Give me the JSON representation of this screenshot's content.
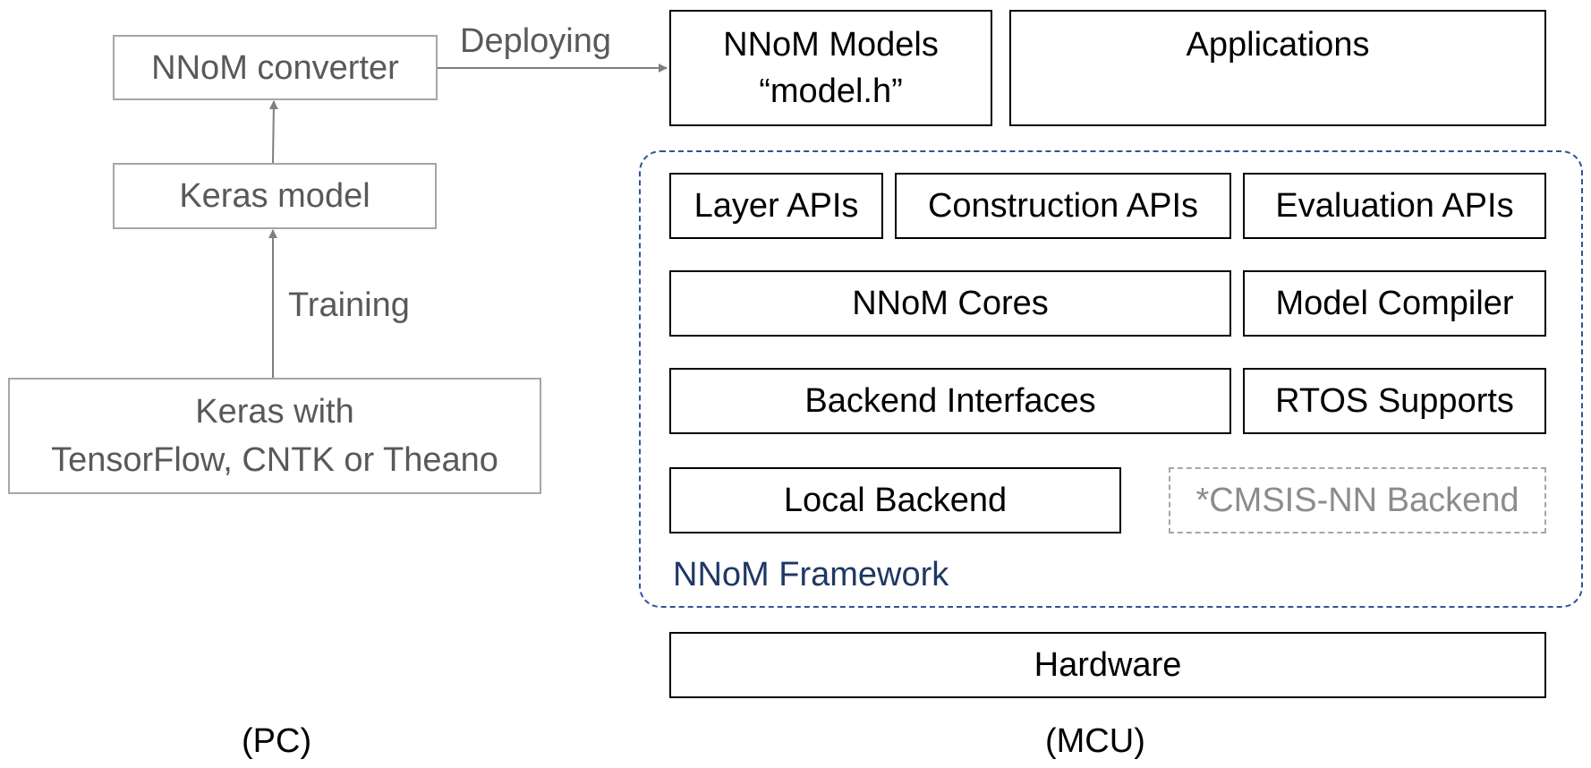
{
  "pc": {
    "converter": "NNoM converter",
    "keras_model": "Keras model",
    "keras_with_line1": "Keras with",
    "keras_with_line2": "TensorFlow, CNTK or Theano",
    "training_label": "Training",
    "deploying_label": "Deploying",
    "caption": "(PC)"
  },
  "mcu": {
    "models_line1": "NNoM Models",
    "models_line2": "“model.h”",
    "applications": "Applications",
    "layer_apis": "Layer APIs",
    "construction_apis": "Construction APIs",
    "evaluation_apis": "Evaluation APIs",
    "cores": "NNoM Cores",
    "model_compiler": "Model Compiler",
    "backend_interfaces": "Backend Interfaces",
    "rtos_supports": "RTOS Supports",
    "local_backend": "Local Backend",
    "cmsis_backend": "*CMSIS-NN Backend",
    "framework_label": "NNoM Framework",
    "hardware": "Hardware",
    "caption": "(MCU)"
  },
  "colors": {
    "pc_text": "#595959",
    "pc_border": "#a6a6a6",
    "framework_border": "#2f5597",
    "framework_label": "#1f3864"
  }
}
